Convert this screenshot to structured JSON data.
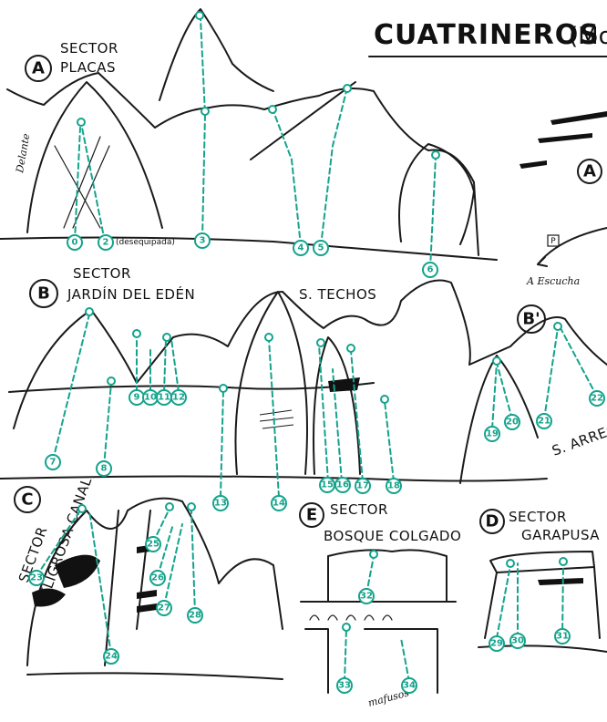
{
  "header": {
    "title": "CUATRINEROS",
    "subtitle": "(Mon"
  },
  "approach": {
    "marker": "A",
    "parking": "P",
    "label": "A Escucha"
  },
  "sectors": [
    {
      "letter": "A",
      "word": "SECTOR",
      "name": "PLACAS"
    },
    {
      "letter": "B",
      "word": "SECTOR",
      "name": "JARDÍN DEL EDÉN"
    },
    {
      "letter": "B'",
      "word": "",
      "name": ""
    },
    {
      "letter": "C",
      "word": "SECTOR",
      "name": "PELIGROSA CANAL"
    },
    {
      "letter": "E",
      "word": "SECTOR",
      "name": "BOSQUE COLGADO"
    },
    {
      "letter": "D",
      "word": "SECTOR",
      "name": "GARAPUSA"
    }
  ],
  "labels": {
    "techos": "S. TECHOS",
    "arrecife": "S. ARRECIFE",
    "delante": "Delante",
    "desequipada": "(desequipada)",
    "mafuso": "mafusos"
  },
  "routes": [
    "0",
    "2",
    "3",
    "4",
    "5",
    "6",
    "7",
    "8",
    "9",
    "10",
    "11",
    "12",
    "13",
    "14",
    "15",
    "16",
    "17",
    "18",
    "19",
    "20",
    "21",
    "22",
    "23",
    "24",
    "25",
    "26",
    "27",
    "28",
    "29",
    "30",
    "31",
    "32",
    "33",
    "34"
  ]
}
